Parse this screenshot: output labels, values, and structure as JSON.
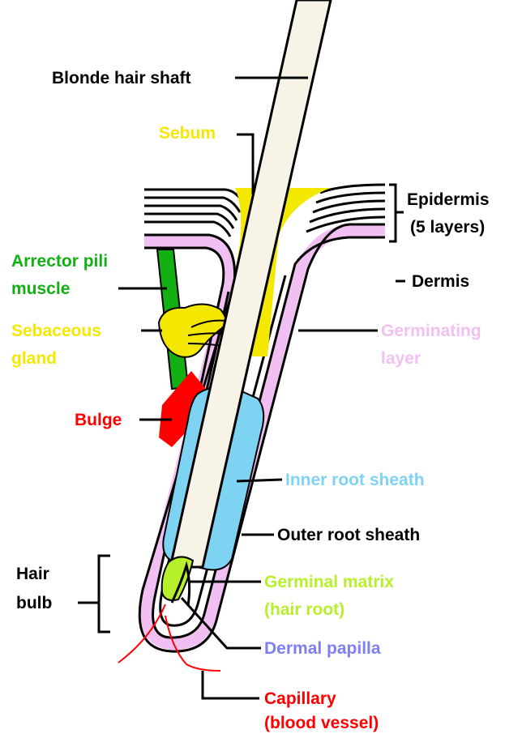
{
  "labels": {
    "hair_shaft": "Blonde hair shaft",
    "sebum": "Sebum",
    "epidermis_1": "Epidermis",
    "epidermis_2": "(5 layers)",
    "dermis": "Dermis",
    "arrector_1": "Arrector pili",
    "arrector_2": "muscle",
    "sebaceous_1": "Sebaceous",
    "sebaceous_2": "gland",
    "germinating_1": "Germinating",
    "germinating_2": "layer",
    "bulge": "Bulge",
    "inner_root": "Inner root sheath",
    "outer_root": "Outer root sheath",
    "hair_bulb_1": "Hair",
    "hair_bulb_2": "bulb",
    "germinal_1": "Germinal matrix",
    "germinal_2": "(hair root)",
    "papilla": "Dermal papilla",
    "capillary_1": "Capillary",
    "capillary_2": "(blood vessel)"
  },
  "colors": {
    "yellow": "#f5e800",
    "green": "#12b012",
    "red": "#ff0000",
    "pink": "#f2bff2",
    "cyan": "#7fd3f2",
    "lime": "#b6f02a",
    "blue": "#7f7ff5",
    "shaft": "#f7f3e6"
  }
}
